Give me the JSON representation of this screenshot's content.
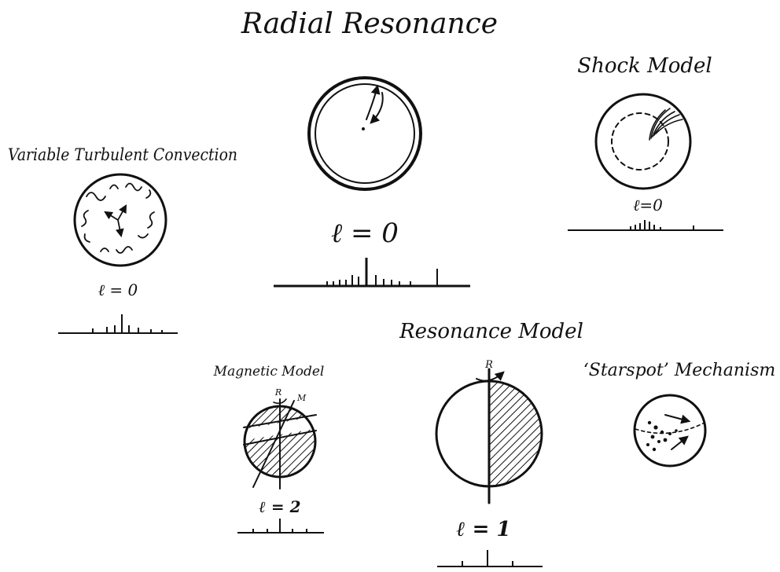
{
  "title": "Radial Resonance",
  "panels": {
    "radial": {
      "mode": "ℓ = 0"
    },
    "shock": {
      "label": "Shock Model",
      "mode": "ℓ=0"
    },
    "convection": {
      "label": "Variable Turbulent Convection",
      "mode": "ℓ = 0"
    },
    "resonance": {
      "label": "Resonance Model",
      "mode": "ℓ = 1",
      "axis_label": "R"
    },
    "magnetic": {
      "label": "Magnetic Model",
      "mode": "ℓ = 2",
      "rotation_label": "R",
      "magnetic_label": "M"
    },
    "starspot": {
      "label": "‘Starspot’ Mechanism"
    }
  },
  "colors": {
    "ink": "#111111",
    "paper": "#ffffff"
  }
}
